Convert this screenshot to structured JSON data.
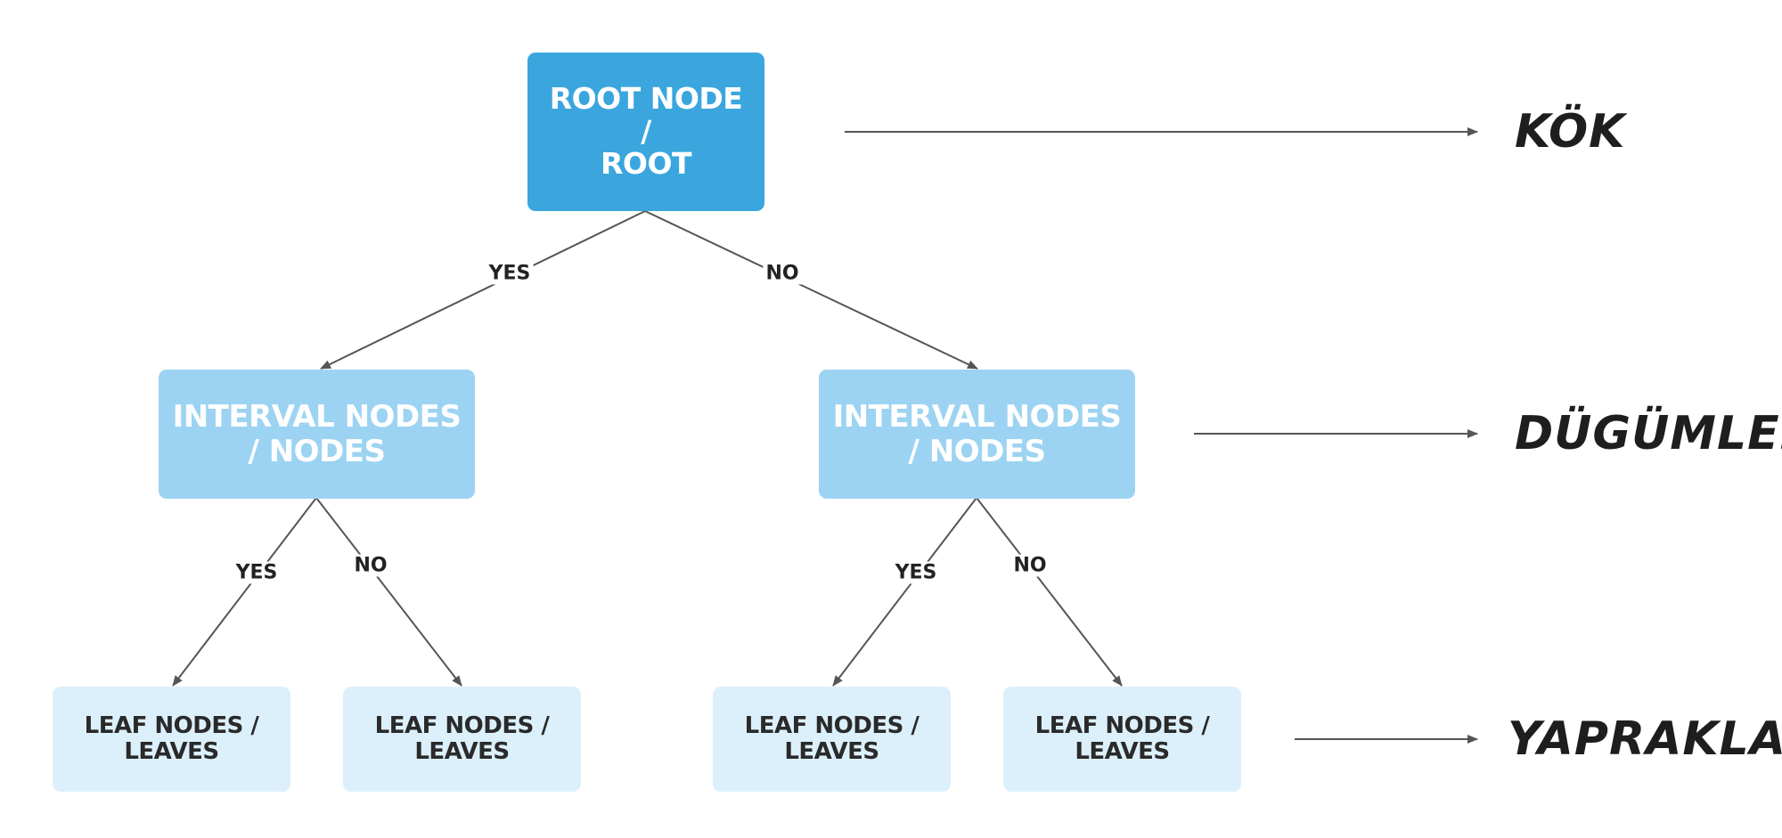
{
  "nodes": {
    "root": {
      "line1": "ROOT NODE /",
      "line2": "ROOT"
    },
    "interval_left": {
      "line1": "INTERVAL NODES",
      "line2": "/ NODES"
    },
    "interval_right": {
      "line1": "INTERVAL NODES",
      "line2": "/ NODES"
    },
    "leaves": [
      {
        "line1": "LEAF NODES /",
        "line2": "LEAVES"
      },
      {
        "line1": "LEAF NODES /",
        "line2": "LEAVES"
      },
      {
        "line1": "LEAF NODES /",
        "line2": "LEAVES"
      },
      {
        "line1": "LEAF NODES /",
        "line2": "LEAVES"
      }
    ]
  },
  "edges": {
    "root_left": "YES",
    "root_right": "NO",
    "left_left": "YES",
    "left_right": "NO",
    "right_left": "YES",
    "right_right": "NO"
  },
  "levels": {
    "root": "KÖK",
    "nodes": "DÜGÜMLER",
    "leaves": "YAPRAKLAR"
  },
  "colors": {
    "root_fill": "#3aa6dd",
    "interval_fill": "#9dd3f2",
    "leaf_fill": "#dcf0fc",
    "arrow": "#555555"
  }
}
